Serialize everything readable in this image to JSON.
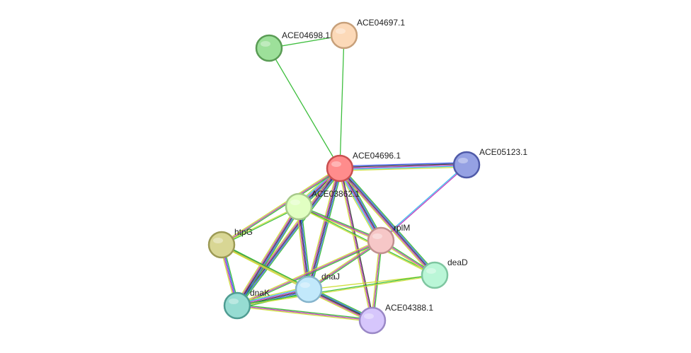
{
  "network": {
    "channel_colors": {
      "neighborhood": "#2ca02c",
      "fusion": "#d62728",
      "cooccurrence": "#1f3bff",
      "coexpression": "#222222",
      "experiments": "#cc33cc",
      "databases": "#33aacc",
      "textmining": "#c8d400",
      "homology": "#6a5acd",
      "green": "#33bb33",
      "blue": "#3355ee",
      "purple": "#bb33bb",
      "cyan": "#33bbee",
      "yellow": "#ccdd33",
      "black": "#333333"
    },
    "nodes": [
      {
        "id": "ACE04697.1",
        "label": "ACE04697.1",
        "fill": "#fcd9b8",
        "stroke": "#c7a07a"
      },
      {
        "id": "ACE04698.1",
        "label": "ACE04698.1",
        "fill": "#9de09a",
        "stroke": "#5a9c55"
      },
      {
        "id": "ACE04696.1",
        "label": "ACE04696.1",
        "fill": "#ff8c8c",
        "stroke": "#c94f4f"
      },
      {
        "id": "ACE05123.1",
        "label": "ACE05123.1",
        "fill": "#95a1e3",
        "stroke": "#4f5aa8"
      },
      {
        "id": "ACE03862.1",
        "label": "ACE03862.1",
        "fill": "#e1ffc2",
        "stroke": "#a7c98a"
      },
      {
        "id": "rplM",
        "label": "rplM",
        "fill": "#f6c7c7",
        "stroke": "#c18f8f"
      },
      {
        "id": "htpG",
        "label": "htpG",
        "fill": "#d8d694",
        "stroke": "#9c9a55"
      },
      {
        "id": "deaD",
        "label": "deaD",
        "fill": "#baf6d7",
        "stroke": "#7ec6a0"
      },
      {
        "id": "dnaJ",
        "label": "dnaJ",
        "fill": "#c2e9fb",
        "stroke": "#86b4cc"
      },
      {
        "id": "dnaK",
        "label": "dnaK",
        "fill": "#96dcd2",
        "stroke": "#4f9c92"
      },
      {
        "id": "ACE04388.1",
        "label": "ACE04388.1",
        "fill": "#d6c6fc",
        "stroke": "#9a88c6"
      }
    ],
    "edges": [
      {
        "source": "ACE04698.1",
        "target": "ACE04697.1",
        "channels": [
          "green"
        ]
      },
      {
        "source": "ACE04698.1",
        "target": "ACE04696.1",
        "channels": [
          "green"
        ]
      },
      {
        "source": "ACE04697.1",
        "target": "ACE04696.1",
        "channels": [
          "green"
        ]
      },
      {
        "source": "ACE04696.1",
        "target": "ACE05123.1",
        "channels": [
          "blue",
          "black",
          "purple",
          "cyan",
          "yellow"
        ]
      },
      {
        "source": "ACE05123.1",
        "target": "rplM",
        "channels": [
          "purple",
          "cyan"
        ]
      },
      {
        "source": "ACE04696.1",
        "target": "ACE03862.1",
        "channels": [
          "green",
          "blue",
          "black",
          "purple",
          "cyan",
          "yellow"
        ]
      },
      {
        "source": "ACE04696.1",
        "target": "rplM",
        "channels": [
          "green",
          "blue",
          "black",
          "purple",
          "cyan",
          "yellow"
        ]
      },
      {
        "source": "ACE04696.1",
        "target": "htpG",
        "channels": [
          "green",
          "purple",
          "yellow"
        ]
      },
      {
        "source": "ACE04696.1",
        "target": "deaD",
        "channels": [
          "green",
          "blue",
          "black",
          "purple",
          "yellow"
        ]
      },
      {
        "source": "ACE04696.1",
        "target": "dnaJ",
        "channels": [
          "green",
          "blue",
          "black",
          "purple",
          "yellow"
        ]
      },
      {
        "source": "ACE04696.1",
        "target": "dnaK",
        "channels": [
          "green",
          "blue",
          "black",
          "purple",
          "yellow"
        ]
      },
      {
        "source": "ACE04696.1",
        "target": "ACE04388.1",
        "channels": [
          "black",
          "purple",
          "yellow"
        ]
      },
      {
        "source": "ACE03862.1",
        "target": "rplM",
        "channels": [
          "green",
          "purple",
          "yellow"
        ]
      },
      {
        "source": "ACE03862.1",
        "target": "htpG",
        "channels": [
          "green",
          "yellow"
        ]
      },
      {
        "source": "ACE03862.1",
        "target": "deaD",
        "channels": [
          "green",
          "yellow"
        ]
      },
      {
        "source": "ACE03862.1",
        "target": "dnaJ",
        "channels": [
          "green",
          "blue",
          "black",
          "purple",
          "yellow"
        ]
      },
      {
        "source": "ACE03862.1",
        "target": "dnaK",
        "channels": [
          "green",
          "blue",
          "black",
          "purple",
          "yellow"
        ]
      },
      {
        "source": "rplM",
        "target": "deaD",
        "channels": [
          "green",
          "purple",
          "yellow"
        ]
      },
      {
        "source": "rplM",
        "target": "dnaJ",
        "channels": [
          "green",
          "purple",
          "yellow"
        ]
      },
      {
        "source": "rplM",
        "target": "dnaK",
        "channels": [
          "green",
          "purple",
          "yellow"
        ]
      },
      {
        "source": "rplM",
        "target": "ACE04388.1",
        "channels": [
          "green",
          "purple",
          "yellow"
        ]
      },
      {
        "source": "htpG",
        "target": "dnaK",
        "channels": [
          "green",
          "blue",
          "purple",
          "yellow"
        ]
      },
      {
        "source": "htpG",
        "target": "dnaJ",
        "channels": [
          "green",
          "purple",
          "yellow"
        ]
      },
      {
        "source": "htpG",
        "target": "ACE04388.1",
        "channels": [
          "green",
          "yellow"
        ]
      },
      {
        "source": "dnaJ",
        "target": "dnaK",
        "channels": [
          "green",
          "blue",
          "black",
          "purple",
          "cyan",
          "yellow"
        ]
      },
      {
        "source": "dnaJ",
        "target": "deaD",
        "channels": [
          "yellow"
        ]
      },
      {
        "source": "dnaJ",
        "target": "ACE04388.1",
        "channels": [
          "green",
          "blue",
          "black",
          "purple",
          "yellow"
        ]
      },
      {
        "source": "dnaK",
        "target": "deaD",
        "channels": [
          "green",
          "yellow"
        ]
      },
      {
        "source": "dnaK",
        "target": "ACE04388.1",
        "channels": [
          "green",
          "purple",
          "yellow"
        ]
      }
    ]
  }
}
